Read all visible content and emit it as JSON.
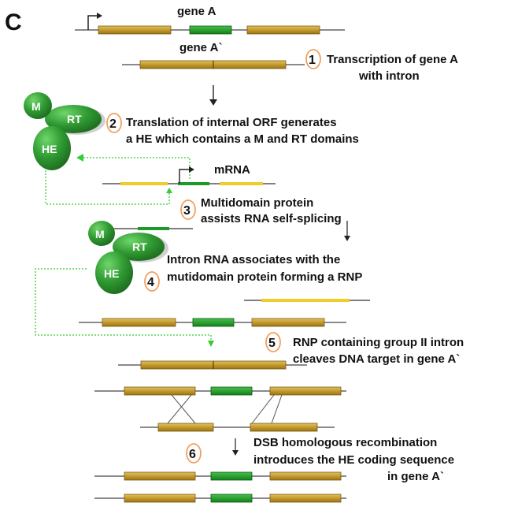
{
  "panel_letter": "C",
  "colors": {
    "exon": "#c8a23a",
    "exon_edge": "#7a5a10",
    "he_segment": "#1f9a2a",
    "rna": "#f2cc2a",
    "protein": "#2f9a32",
    "protein_dark": "#1d6b1f",
    "dotted": "#33cc33",
    "step_circle": "#f0a060",
    "line": "#444444"
  },
  "gene_labels": {
    "gene_a": "gene A",
    "gene_a_prime": "gene A`",
    "mrna": "mRNA"
  },
  "domains": {
    "m": "M",
    "rt": "RT",
    "he": "HE"
  },
  "steps": [
    {
      "number": "1",
      "line1": "Transcription of gene A",
      "line2": "with intron"
    },
    {
      "number": "2",
      "line1": "Translation of internal ORF generates",
      "line2": "a HE which contains a M and RT domains"
    },
    {
      "number": "3",
      "line1": "Multidomain protein",
      "line2": "assists RNA self-splicing"
    },
    {
      "number": "4",
      "line1": "Intron RNA associates with the",
      "line2": "mutidomain protein forming a RNP"
    },
    {
      "number": "5",
      "line1": "RNP containing group II intron",
      "line2": "cleaves DNA target in gene A`"
    },
    {
      "number": "6",
      "line1": "DSB homologous recombination",
      "line2": "introduces the HE coding sequence",
      "line3": "in gene A`"
    }
  ]
}
